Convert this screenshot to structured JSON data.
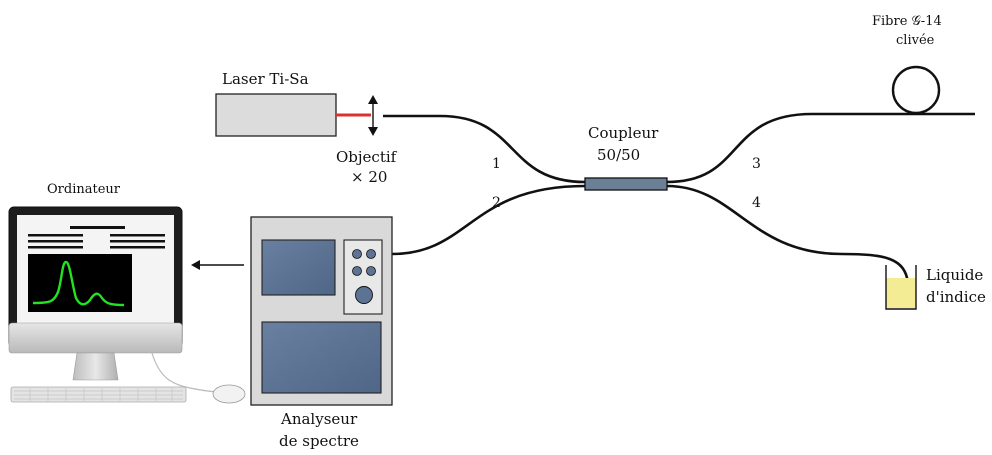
{
  "labels": {
    "laser": "Laser Ti-Sa",
    "objective_line1": "Objectif",
    "objective_line2": "× 20",
    "coupler_line1": "Coupleur",
    "coupler_line2": "50/50",
    "fiber_line1": "Fibre 𝒢-14",
    "fiber_line2": "clivée",
    "liquid_line1": "Liquide",
    "liquid_line2": "d'indice",
    "analyzer_line1": "Analyseur",
    "analyzer_line2": "de spectre",
    "computer": "Ordinateur"
  },
  "ports": {
    "p1": "1",
    "p2": "2",
    "p3": "3",
    "p4": "4"
  },
  "colors": {
    "laser_beam": "#d9342b",
    "fiber": "#111111",
    "spectrum_trace": "#22e322",
    "liquid": "#f3ec95",
    "screen_panel": "#5d7394",
    "coupler": "#6b7f96"
  }
}
